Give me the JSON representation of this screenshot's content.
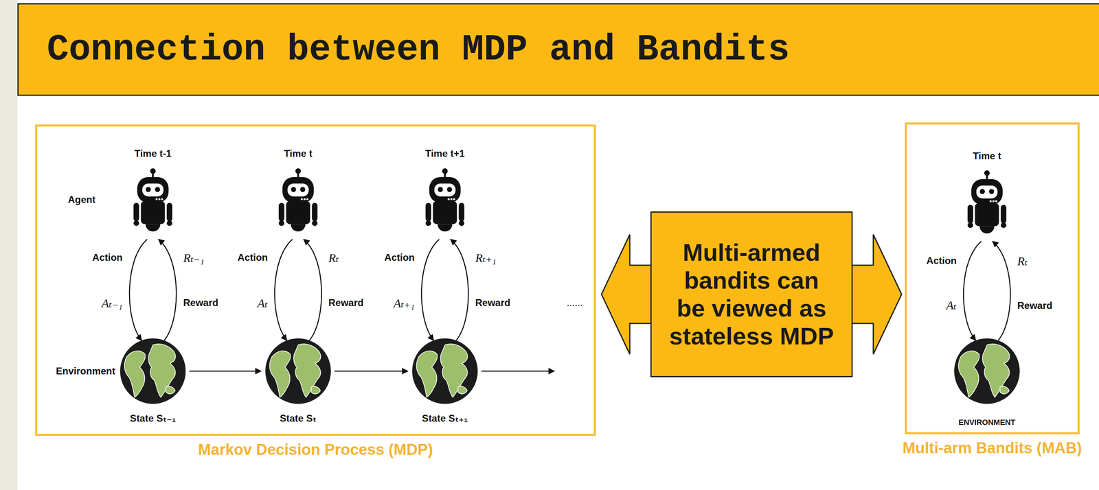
{
  "diagram": {
    "title": "Connection between MDP and Bandits",
    "nodes": [
      {
        "text": [
          "Markov Decision Process (MDP)"
        ]
      },
      {
        "text": [
          "Multi-arm Bandits (MAB)"
        ]
      }
    ],
    "edges": [
      {
        "from": 0,
        "to": 1,
        "arrow": "both",
        "label": "Multi-armed bandits can be viewed as stateless MDP"
      }
    ],
    "labels": [
      "Time t-1",
      "Time t",
      "Time t+1",
      "Agent",
      "Action",
      "Rₜ₋₁",
      "Action",
      "Rₜ",
      "Action",
      "Rₜ₊₁",
      "Aₜ₋₁",
      "Reward",
      "Aₜ",
      "Reward",
      "Aₜ₊₁",
      "Reward",
      "......",
      "Environment",
      "State Sₜ₋₁",
      "State Sₜ",
      "State Sₜ₊₁",
      "Time t",
      "Action",
      "Rₜ",
      "Aₜ",
      "Reward",
      "ENVIRONMENT"
    ]
  }
}
